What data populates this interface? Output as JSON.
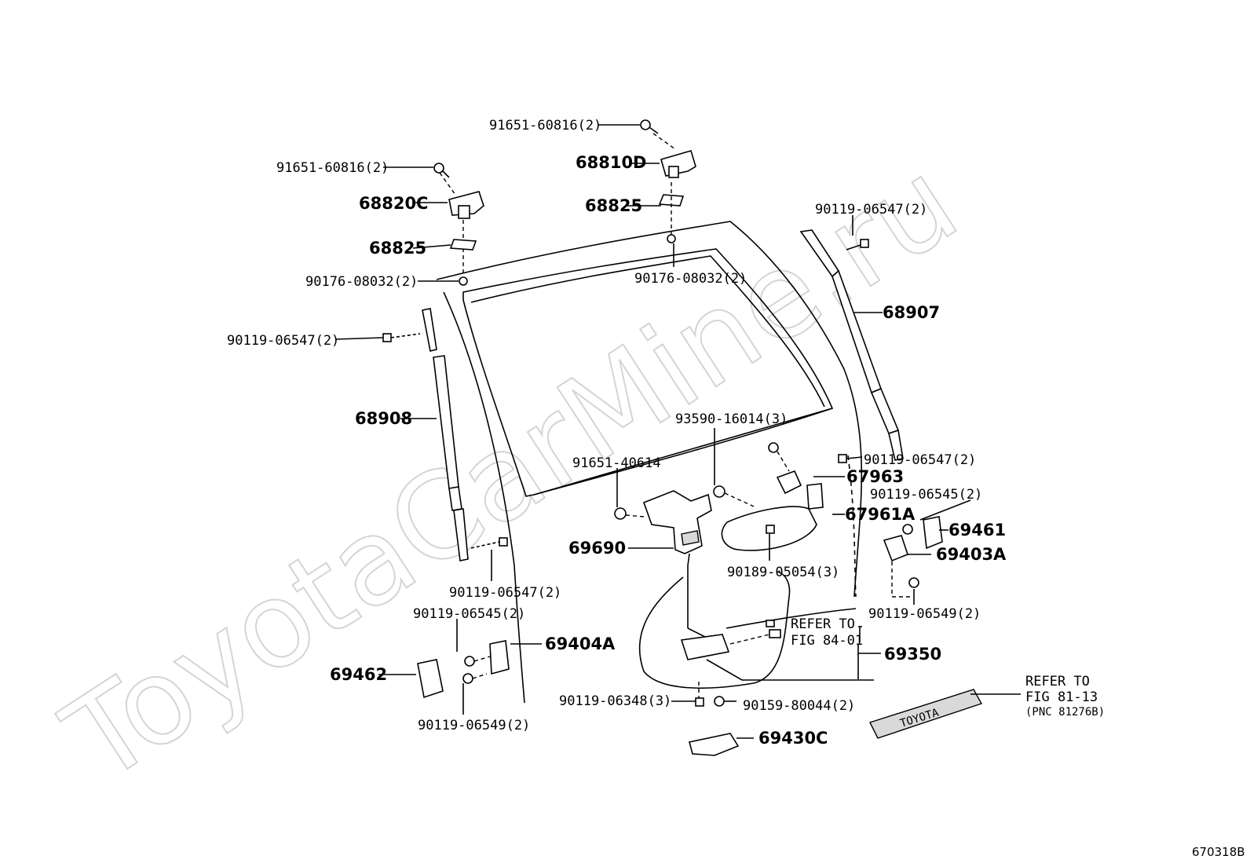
{
  "watermark": "ToyotaCarMine.ru",
  "figure_code": "670318B",
  "emblem_text": "TOYOTA",
  "labels": {
    "bolt_hinge_r": "91651-60816(2)",
    "bolt_hinge_l": "91651-60816(2)",
    "hinge_r": "68810D",
    "hinge_l": "68820C",
    "shim_r": "68825",
    "shim_l": "68825",
    "nut_l": "90176-08032(2)",
    "nut_r": "90176-08032(2)",
    "stud_r_top": "90119-06547(2)",
    "stay_r": "68907",
    "stud_l_top": "90119-06547(2)",
    "stay_l": "68908",
    "bolt_lock": "93590-16014(3)",
    "bolt_lock2": "91651-40614",
    "stud_r_bottom": "90119-06547(2)",
    "bracket_67963": "67963",
    "bolt_06545_r": "90119-06545(2)",
    "cushion_69461": "69461",
    "handle_67961A": "67961A",
    "striker_69403A": "69403A",
    "lock_69690": "69690",
    "clip_90189": "90189-05054(3)",
    "bolt_06549_r": "90119-06549(2)",
    "stud_l_bottom": "90119-06547(2)",
    "bolt_06545_l": "90119-06545(2)",
    "striker_69404A": "69404A",
    "cushion_69462": "69462",
    "bolt_06549_l": "90119-06549(2)",
    "refer_to_1": "REFER TO",
    "fig_84": "FIG 84-01",
    "handle_69350": "69350",
    "bolt_06348": "90119-06348(3)",
    "screw_80044": "90159-80044(2)",
    "cover_69430C": "69430C",
    "refer_to_2": "REFER TO",
    "fig_81": "FIG 81-13",
    "pnc": "(PNC 81276B)"
  }
}
